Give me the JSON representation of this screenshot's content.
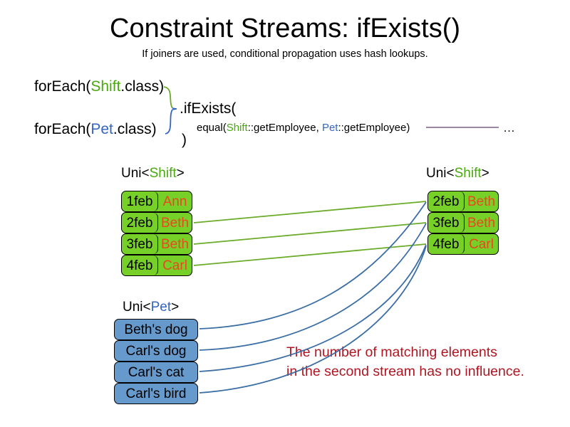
{
  "header": {
    "title": "Constraint Streams: ifExists()",
    "subtitle": "If joiners are used, conditional propagation uses hash lookups."
  },
  "code": {
    "foreach_shift": {
      "prefix": "forEach(",
      "type": "Shift",
      "suffix": ".class)"
    },
    "foreach_pet": {
      "prefix": "forEach(",
      "type": "Pet",
      "suffix": ".class)"
    },
    "if_exists": ".ifExists(",
    "equal": {
      "prefix": "equal(",
      "type_a": "Shift",
      "mid": "::getEmployee, ",
      "type_b": "Pet",
      "suffix": "::getEmployee)"
    },
    "close_paren": ")",
    "ellipsis": "…"
  },
  "streams": {
    "left_shift": {
      "label_prefix": "Uni<",
      "label_type": "Shift",
      "label_suffix": ">",
      "rows": [
        {
          "date": "1feb",
          "employee": "Ann"
        },
        {
          "date": "2feb",
          "employee": "Beth"
        },
        {
          "date": "3feb",
          "employee": "Beth"
        },
        {
          "date": "4feb",
          "employee": "Carl"
        }
      ]
    },
    "right_shift": {
      "label_prefix": "Uni<",
      "label_type": "Shift",
      "label_suffix": ">",
      "rows": [
        {
          "date": "2feb",
          "employee": "Beth"
        },
        {
          "date": "3feb",
          "employee": "Beth"
        },
        {
          "date": "4feb",
          "employee": "Carl"
        }
      ]
    },
    "left_pet": {
      "label_prefix": "Uni<",
      "label_type": "Pet",
      "label_suffix": ">",
      "rows": [
        {
          "name": "Beth's dog"
        },
        {
          "name": "Carl's dog"
        },
        {
          "name": "Carl's cat"
        },
        {
          "name": "Carl's bird"
        }
      ]
    }
  },
  "annotation": {
    "line1": "The number of matching elements",
    "line2": "in the second stream has no influence."
  },
  "colors": {
    "shift_green": "#76d028",
    "pet_blue": "#6699cc",
    "employee_orange": "#e8491d",
    "type_shift_text": "#4aa80f",
    "type_pet_text": "#3465c0",
    "wire_green": "#6aab2a",
    "wire_blue": "#3b6ea5",
    "joiner_line": "#7a5f86",
    "note_red": "#b01622"
  }
}
